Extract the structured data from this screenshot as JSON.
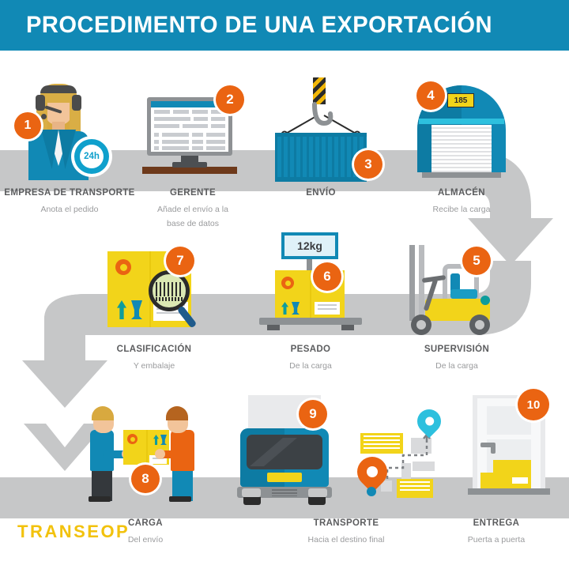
{
  "header": {
    "title": "PROCEDIMENTO DE UNA EXPORTACIÓN"
  },
  "brand": {
    "logo": "TRANSEOP",
    "header_bg": "#1189b5",
    "accent_orange": "#ea6412",
    "accent_yellow": "#f2d41a",
    "logo_color": "#f2c20d",
    "path_gray": "#c6c7c8",
    "title_gray": "#5b5c5e",
    "subtitle_gray": "#9a9b9d"
  },
  "steps": [
    {
      "number": "1",
      "title": "EMPRESA DE TRANSPORTE",
      "subtitle": "Anota el pedido",
      "icon": "operator-headset-icon"
    },
    {
      "number": "2",
      "title": "GERENTE",
      "subtitle": "Añade el envío a la\nbase de datos",
      "icon": "desktop-monitor-icon"
    },
    {
      "number": "3",
      "title": "ENVÍO",
      "subtitle": "",
      "icon": "shipping-container-crane-icon"
    },
    {
      "number": "4",
      "title": "ALMACÉN",
      "subtitle": "Recibe la carga",
      "icon": "warehouse-icon"
    },
    {
      "number": "5",
      "title": "SUPERVISIÓN",
      "subtitle": "De la carga",
      "icon": "forklift-icon"
    },
    {
      "number": "6",
      "title": "PESADO",
      "subtitle": "De la carga",
      "icon": "weighing-scale-icon"
    },
    {
      "number": "7",
      "title": "CLASIFICACIÓN",
      "subtitle": "Y embalaje",
      "icon": "box-magnifier-barcode-icon"
    },
    {
      "number": "8",
      "title": "CARGA",
      "subtitle": "Del envío",
      "icon": "two-workers-carrying-box-icon"
    },
    {
      "number": "9",
      "title": "TRANSPORTE",
      "subtitle": "Hacia el destino final",
      "icon": "delivery-truck-icon"
    },
    {
      "number": "10",
      "title": "ENTREGA",
      "subtitle": "Puerta a puerta",
      "icon": "door-delivery-icon"
    }
  ],
  "icon_text": {
    "operator_badge": "24h",
    "warehouse_sign": "185",
    "scale_display": "12kg"
  },
  "subtitles_multiline": {
    "gerente_line1": "Añade el envío a la",
    "gerente_line2": "base de datos"
  }
}
